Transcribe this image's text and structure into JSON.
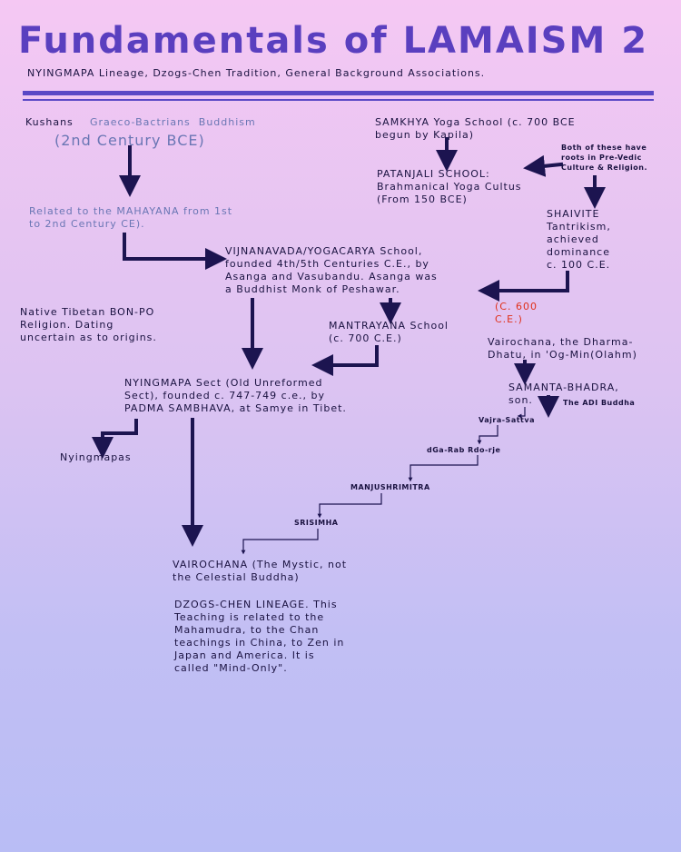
{
  "header": {
    "title": "Fundamentals of LAMAISM 2",
    "subtitle": "NYINGMAPA Lineage, Dzogs-Chen Tradition, General Background Associations."
  },
  "nodes": {
    "kushans": "Kushans",
    "graeco": "Graeco-Bactrians  Buddhism",
    "century": "(2nd Century BCE)",
    "mahayana": "Related to the MAHAYANA from 1st\nto 2nd Century CE).",
    "samkhya": "SAMKHYA Yoga School (c. 700 BCE\nbegun by Kapila)",
    "roots_note": "Both of these have\nroots in Pre-Vedic\nCulture & Religion.",
    "patanjali": "PATANJALI SCHOOL:\nBrahmanical Yoga Cultus\n(From 150 BCE)",
    "shaivite": "SHAIVITE\nTantrikism,\nachieved\ndominance\nc. 100 C.E.",
    "vijnanavada": "VIJNANAVADA/YOGACARYA School,\nfounded 4th/5th Centuries C.E., by\nAsanga and Vasubandu. Asanga was\na Buddhist Monk of Peshawar.",
    "c600": "(C. 600\nC.E.)",
    "bonpo": "Native Tibetan BON-PO\nReligion. Dating\nuncertain as to origins.",
    "mantrayana": "MANTRAYANA School\n(c. 700 C.E.)",
    "vairochana_dharma": "Vairochana, the Dharma-\nDhatu, in 'Og-Min(Olahm)",
    "samanta": "SAMANTA-BHADRA,\nson.",
    "adi_buddha": "The ADI Buddha",
    "nyingmapa_sect": "NYINGMAPA Sect (Old Unreformed\nSect), founded c. 747-749 c.e., by\nPADMA SAMBHAVA, at Samye in Tibet.",
    "vajrasattva": "Vajra-Sattva",
    "nyingmapas": "Nyingmapas",
    "dga_rab": "dGa-Rab Rdo-rje",
    "manjushrimitra": "MANJUSHRIMITRA",
    "srisimha": "SRISIMHA",
    "vairochana_mystic": "VAIROCHANA (The Mystic, not\nthe Celestial Buddha)",
    "dzogs_chen": "DZOGS-CHEN LINEAGE. This\nTeaching is related to the\nMahamudra, to the Chan\nteachings in China, to Zen in\nJapan and America. It is\ncalled \"Mind-Only\"."
  },
  "colors": {
    "title": "#5a3fbf",
    "rule": "#5a48c6",
    "arrow": "#1c1450",
    "note_red": "#e0301a",
    "note_grey": "#6a76b4"
  }
}
